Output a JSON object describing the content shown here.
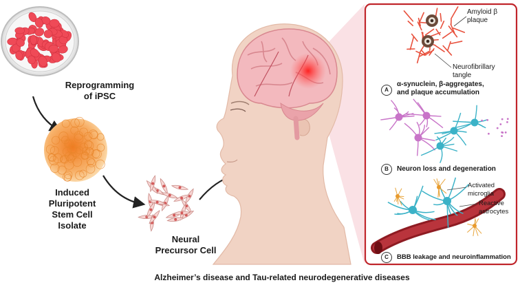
{
  "labels": {
    "reprogramming": "Reprogramming\nof iPSC",
    "induced": "Induced\nPluripotent\nStem Cell\nIsolate",
    "neural": "Neural\nPrecursor Cell",
    "caption": "Alzheimer’s disease and Tau-related neurodegenerative diseases"
  },
  "panel": {
    "amyloid": "Amyloid β\nplaque",
    "tangle": "Neurofibrillary\ntangle",
    "a_letter": "A",
    "a_text": "α-synuclein, β-aggregates,\nand plaque accumulation",
    "b_letter": "B",
    "b_text": "Neuron loss and degeneration",
    "microglia": "Activated microglia",
    "astrocytes": "Reactive\nastrocytes",
    "c_letter": "C",
    "c_text": "BBB leakage and neuroinflammation"
  },
  "colors": {
    "panel_border": "#c0252b",
    "cell_red": "#ef4a57",
    "cell_orange": "#f39a3d",
    "skin": "#f1d3c4",
    "brain": "#f3b9be",
    "neuron_pink": "#c874c8",
    "neuron_cyan": "#3bb2c7",
    "vessel": "#a8232a"
  },
  "icons": [
    "petri-dish-icon",
    "cell-cluster-icon",
    "neural-precursor-icon",
    "head-profile-icon",
    "brain-icon",
    "plaque-icon",
    "neuron-network-icon",
    "blood-vessel-icon",
    "microglia-icon",
    "astrocyte-icon"
  ]
}
